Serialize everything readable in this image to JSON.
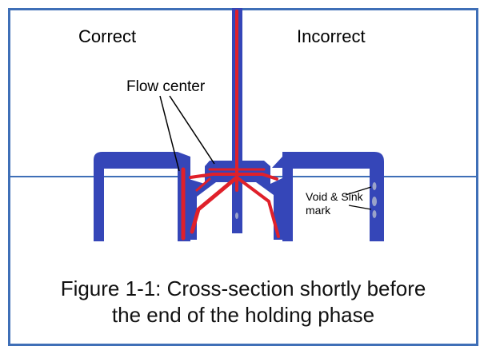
{
  "labels": {
    "correct": "Correct",
    "incorrect": "Incorrect",
    "flow_center": "Flow center",
    "void_sink": "Void & Sink mark"
  },
  "caption": {
    "line1": "Figure 1-1: Cross-section shortly before",
    "line2": "the end of the holding phase"
  },
  "colors": {
    "frame": "#3f6fb7",
    "part": "#3546b8",
    "part_dark": "#27349a",
    "flow": "#e0202a",
    "void": "#9aa3c9"
  }
}
